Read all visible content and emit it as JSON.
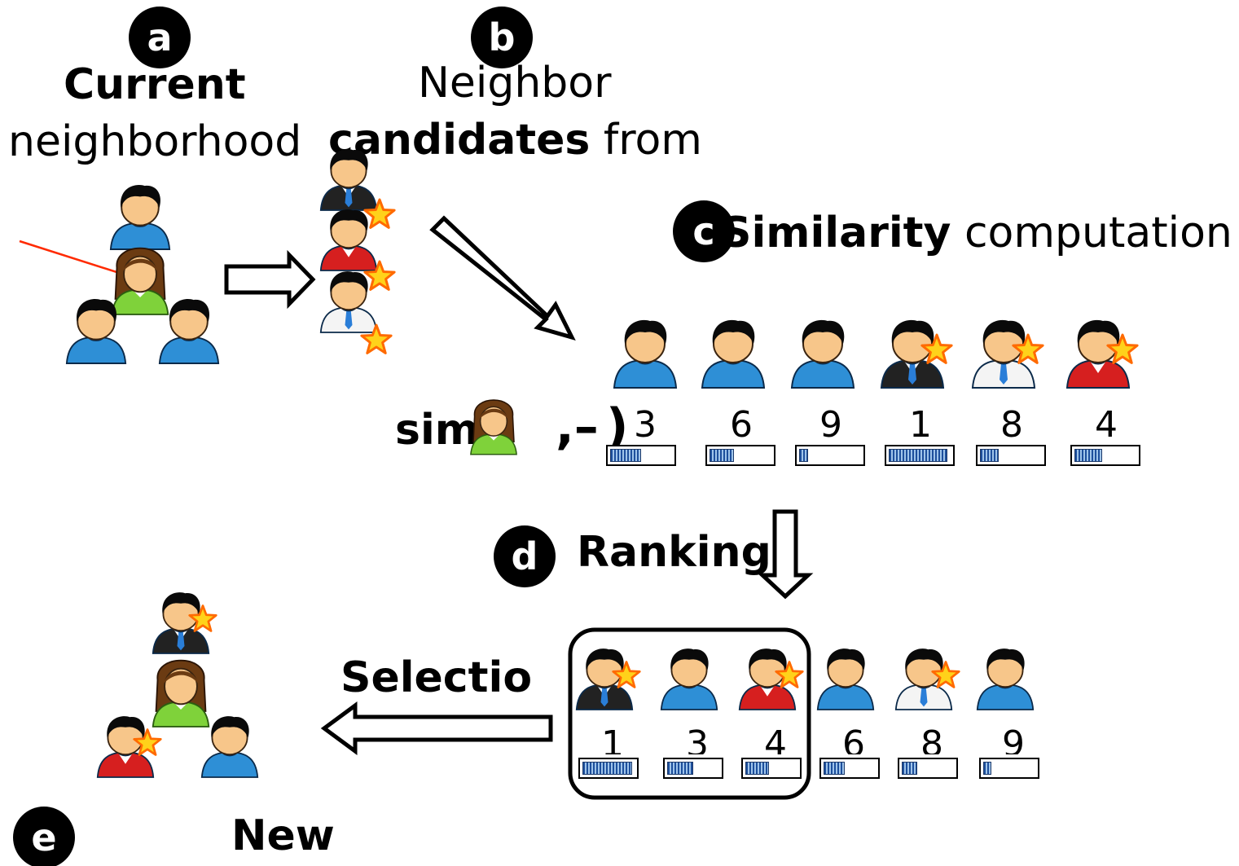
{
  "steps": {
    "a": {
      "badge": "a",
      "title_bold": "Current",
      "title_rest": "neighborhood"
    },
    "b": {
      "badge": "b",
      "line1": "Neighbor",
      "line2_bold": "candidates",
      "line2_rest": "from"
    },
    "c": {
      "badge": "c",
      "title_bold": "Similarity",
      "title_rest": "computation"
    },
    "d": {
      "badge": "d",
      "title": "Ranking"
    },
    "e": {
      "badge": "e",
      "title": "New"
    }
  },
  "selection_label": "Selectio",
  "sim_formula": {
    "prefix": "sim",
    "open_paren": "(",
    "comma_dash": ",–",
    "close_paren": ")"
  },
  "candidates": [
    {
      "score": "3",
      "level": 0.5,
      "star": false,
      "shirt": "blue"
    },
    {
      "score": "6",
      "level": 0.4,
      "star": false,
      "shirt": "blue"
    },
    {
      "score": "9",
      "level": 0.15,
      "star": false,
      "shirt": "blue"
    },
    {
      "score": "1",
      "level": 0.95,
      "star": true,
      "shirt": "black"
    },
    {
      "score": "8",
      "level": 0.3,
      "star": true,
      "shirt": "white"
    },
    {
      "score": "4",
      "level": 0.45,
      "star": true,
      "shirt": "red"
    }
  ],
  "ranked": [
    {
      "score": "1",
      "level": 0.95,
      "star": true,
      "shirt": "black",
      "selected": true
    },
    {
      "score": "3",
      "level": 0.5,
      "star": false,
      "shirt": "blue",
      "selected": true
    },
    {
      "score": "4",
      "level": 0.45,
      "star": true,
      "shirt": "red",
      "selected": true
    },
    {
      "score": "6",
      "level": 0.4,
      "star": false,
      "shirt": "blue",
      "selected": false
    },
    {
      "score": "8",
      "level": 0.3,
      "star": true,
      "shirt": "white",
      "selected": false
    },
    {
      "score": "9",
      "level": 0.15,
      "star": false,
      "shirt": "blue",
      "selected": false
    }
  ],
  "colors": {
    "star_fill": "#ffd21a",
    "star_stroke": "#ff6a00",
    "shirt_blue": "#2e8fd6",
    "shirt_red": "#d61f1f",
    "shirt_black": "#222222",
    "shirt_white": "#f4f4f4",
    "hair": "#0a0a0a",
    "skin": "#f7c68a",
    "female_hair": "#6b3b12",
    "female_shirt": "#7fd23a",
    "pointer_line": "#ff2a00"
  }
}
